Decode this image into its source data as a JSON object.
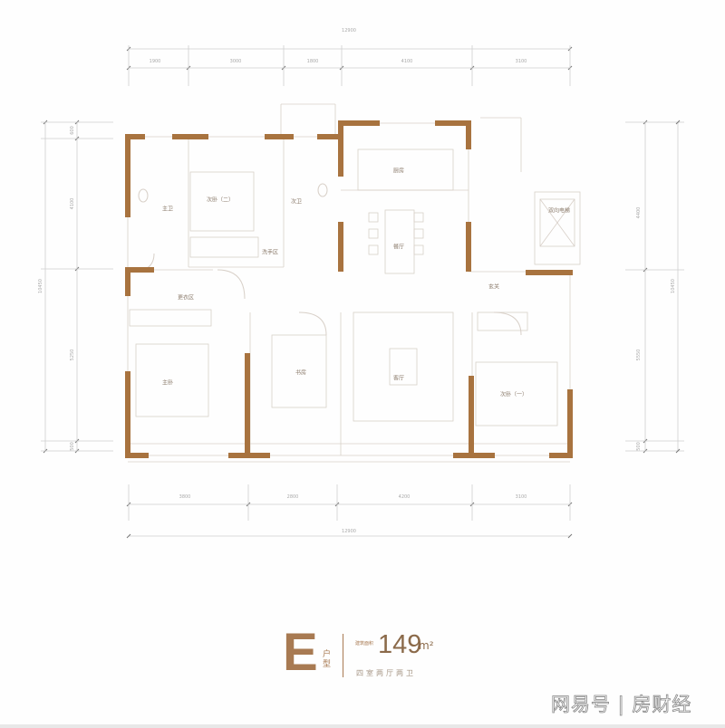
{
  "colors": {
    "wall": "#a8733f",
    "line": "#d8d0c8",
    "dim": "#cfcfcf",
    "accent": "#a87a52"
  },
  "dimensions": {
    "top_total": "12900",
    "top": [
      "1900",
      "3000",
      "1800",
      "4100",
      "3100"
    ],
    "bottom": [
      "3800",
      "2800",
      "4200",
      "3100"
    ],
    "bottom_total": "12900",
    "left_total": "10450",
    "left": [
      "600",
      "4100",
      "5250",
      "500"
    ],
    "right": [
      "4400",
      "5550",
      "500"
    ],
    "right_total": "10450"
  },
  "rooms": {
    "master_bath": "主卫",
    "bedroom2": "次卧（二）",
    "second_bath": "次卫",
    "wash_area": "洗手区",
    "kitchen": "厨房",
    "dining": "餐厅",
    "dressing": "更衣区",
    "master_bedroom": "主卧",
    "study": "书房",
    "living": "客厅",
    "foyer": "玄关",
    "bedroom1": "次卧（一）",
    "elevator": "双向电梯"
  },
  "title": {
    "type_letter": "E",
    "type_word": "户型",
    "area_label": "建筑面积",
    "area_value": "149",
    "area_unit": "m²",
    "layout": "四室两厅两卫"
  },
  "watermark": "网易号 | 房财经"
}
